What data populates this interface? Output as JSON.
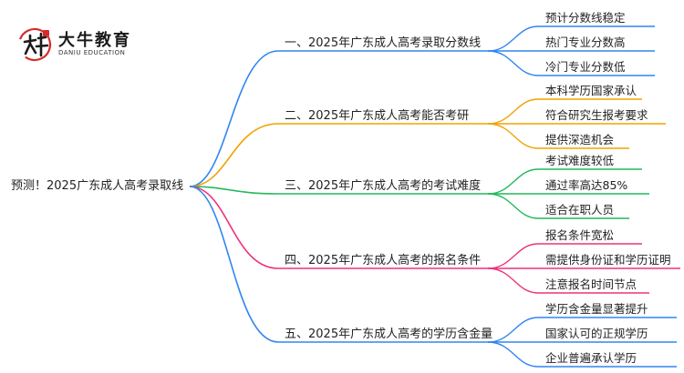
{
  "logo": {
    "title": "大牛教育",
    "subtitle": "DANIU EDUCATION"
  },
  "root": "预测！2025广东成人高考录取线",
  "colors": [
    "#2f86f0",
    "#f0a300",
    "#22b85c",
    "#f0317a",
    "#2f86f0"
  ],
  "branches": [
    {
      "label": "一、2025年广东成人高考录取分数线",
      "leaves": [
        "预计分数线稳定",
        "热门专业分数高",
        "冷门专业分数低"
      ]
    },
    {
      "label": "二、2025年广东成人高考能否考研",
      "leaves": [
        "本科学历国家承认",
        "符合研究生报考要求",
        "提供深造机会"
      ]
    },
    {
      "label": "三、2025年广东成人高考的考试难度",
      "leaves": [
        "考试难度较低",
        "通过率高达85%",
        "适合在职人员"
      ]
    },
    {
      "label": "四、2025年广东成人高考的报名条件",
      "leaves": [
        "报名条件宽松",
        "需提供身份证和学历证明",
        "注意报名时间节点"
      ]
    },
    {
      "label": "五、2025年广东成人高考的学历含金量",
      "leaves": [
        "学历含金量显著提升",
        "国家认可的正规学历",
        "企业普遍承认学历"
      ]
    }
  ]
}
